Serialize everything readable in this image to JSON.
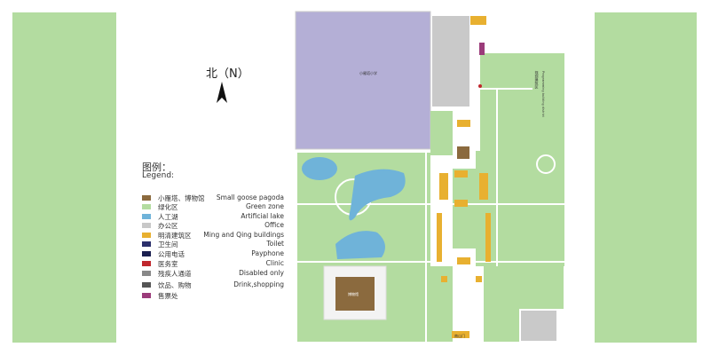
{
  "compass": {
    "label": "北（N）",
    "icon": "north-arrow-icon"
  },
  "legend": {
    "title_zh": "图例：",
    "title_en": "Legend:",
    "items": [
      {
        "zh": "小雁塔、博物馆",
        "en": "Small goose pagoda",
        "color": "#8b6a3e"
      },
      {
        "zh": "绿化区",
        "en": "Green zone",
        "color": "#b3dca0"
      },
      {
        "zh": "人工湖",
        "en": "Artificial lake",
        "color": "#6fb3d9"
      },
      {
        "zh": "办公区",
        "en": "Office",
        "color": "#c8c8c8"
      },
      {
        "zh": "明清建筑区",
        "en": "Ming and Qing buildings",
        "color": "#e8b030"
      },
      {
        "zh": "卫生间",
        "en": "Toilet",
        "color": "#2b2f6b",
        "icon": "toilet-icon"
      },
      {
        "zh": "公用电话",
        "en": "Payphone",
        "color": "#1a1f4f",
        "icon": "payphone-icon"
      },
      {
        "zh": "医务室",
        "en": "Clinic",
        "color": "#c0272d",
        "icon": "clinic-icon"
      },
      {
        "zh": "残疾人通道",
        "en": "Disabled only",
        "color": "#888888",
        "icon": "wheelchair-icon"
      },
      {
        "zh": "饮品、购物",
        "en": "Drink,shopping",
        "color": "#555555",
        "icon": "shop-icon"
      },
      {
        "zh": "售票处",
        "en": "",
        "color": "#9b3b7a"
      }
    ]
  },
  "map": {
    "school": "小雁塔小学",
    "museum": "博物馆",
    "south_gate": "南山门",
    "district": "规划建筑区",
    "district_en": "Programming building district"
  }
}
